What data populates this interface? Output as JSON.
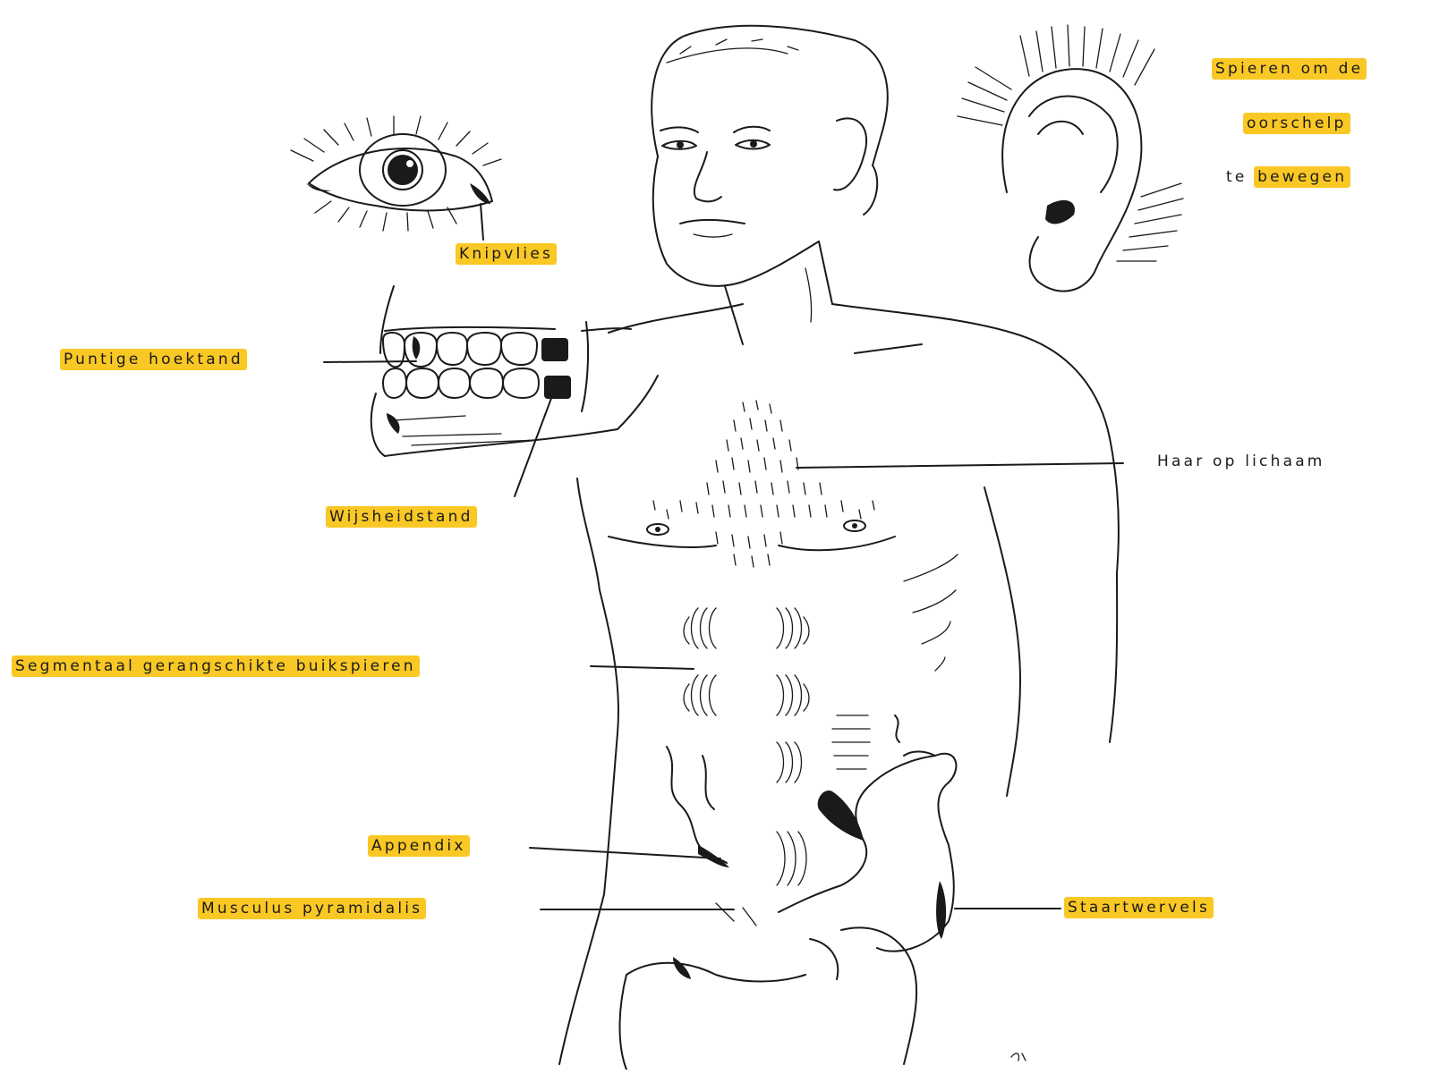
{
  "labels": {
    "ear_line1": "Spieren om de",
    "ear_line2": "oorschelp",
    "ear_line3_prefix": "te",
    "ear_line3_word": "bewegen",
    "knipvlies": "Knipvlies",
    "hoektand": "Puntige hoektand",
    "wijsheidstand": "Wijsheidstand",
    "haar": "Haar op lichaam",
    "buikspieren": "Segmentaal gerangschikte buikspieren",
    "appendix": "Appendix",
    "pyramidalis": "Musculus pyramidalis",
    "staartwervels": "Staartwervels"
  },
  "colors": {
    "highlight": "#f9c825",
    "ink": "#1a1a1a",
    "paper": "#ffffff"
  }
}
